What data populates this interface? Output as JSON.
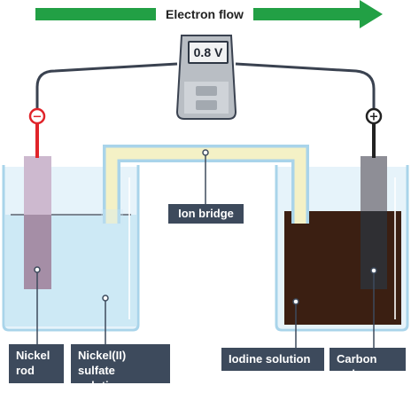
{
  "header": {
    "flow_label": "Electron flow"
  },
  "voltmeter": {
    "reading": "0.8 V"
  },
  "terminals": {
    "negative": "−",
    "positive": "+"
  },
  "labels": {
    "ion_bridge": "Ion bridge",
    "nickel_rod": "Nickel\nrod",
    "nickel_sulfate": "Nickel(II)\nsulfate solution",
    "iodine_solution": "Iodine solution",
    "carbon_rod": "Carbon rod"
  },
  "colors": {
    "arrow": "#22a045",
    "wire": "#3a4250",
    "negative_wire": "#e0242a",
    "positive_wire": "#222222",
    "nickel_solution": "#cde9f5",
    "iodine_solution": "#3b1f12",
    "label_bg": "#3d4a5c"
  }
}
